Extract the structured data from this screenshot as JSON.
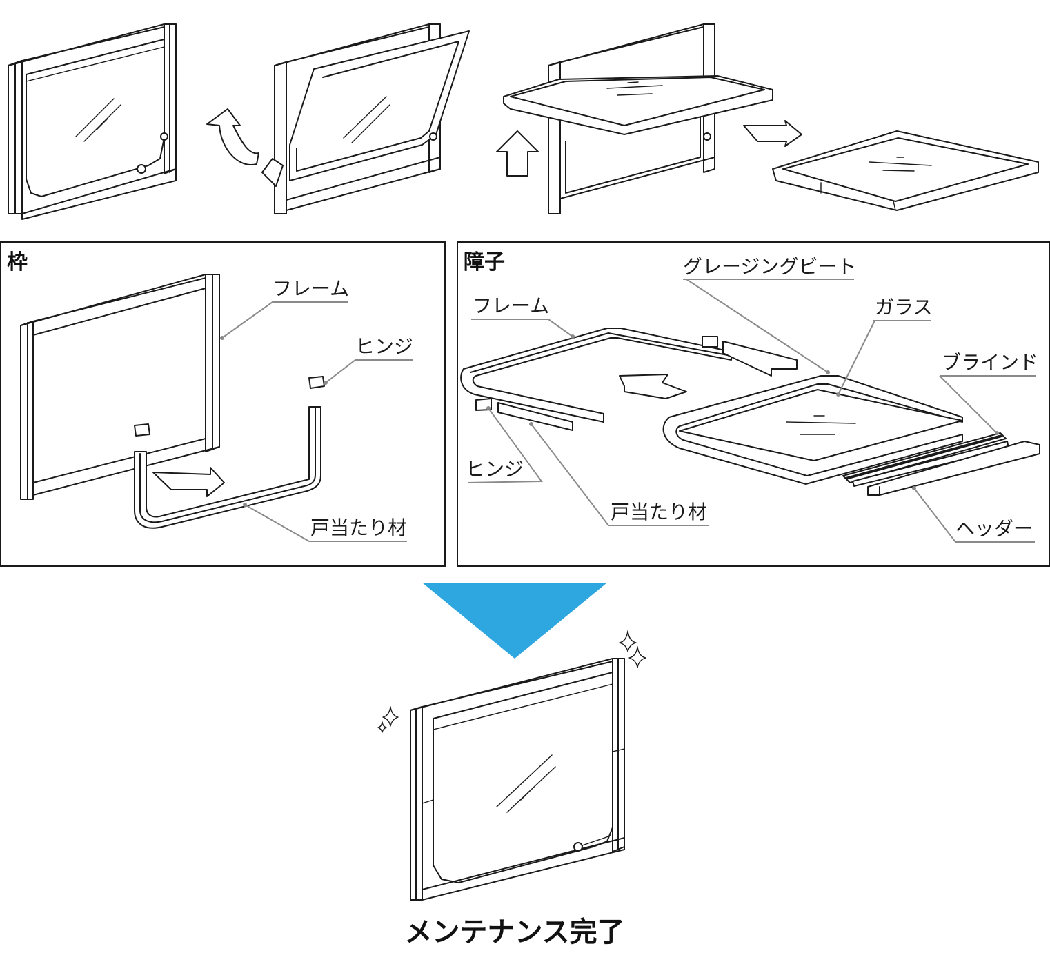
{
  "panels": {
    "frame": {
      "title": "枠",
      "labels": {
        "frame": "フレーム",
        "hinge": "ヒンジ",
        "door_stop": "戸当たり材"
      }
    },
    "sash": {
      "title": "障子",
      "labels": {
        "glazing_bead": "グレージングビート",
        "frame": "フレーム",
        "glass": "ガラス",
        "blind": "ブラインド",
        "hinge": "ヒンジ",
        "door_stop": "戸当たり材",
        "header": "ヘッダー"
      }
    }
  },
  "result": {
    "caption": "メンテナンス完了"
  },
  "colors": {
    "line": "#1a1a1a",
    "leader": "#8a8a8a",
    "down_arrow": "#2ea6df",
    "background": "#ffffff"
  }
}
